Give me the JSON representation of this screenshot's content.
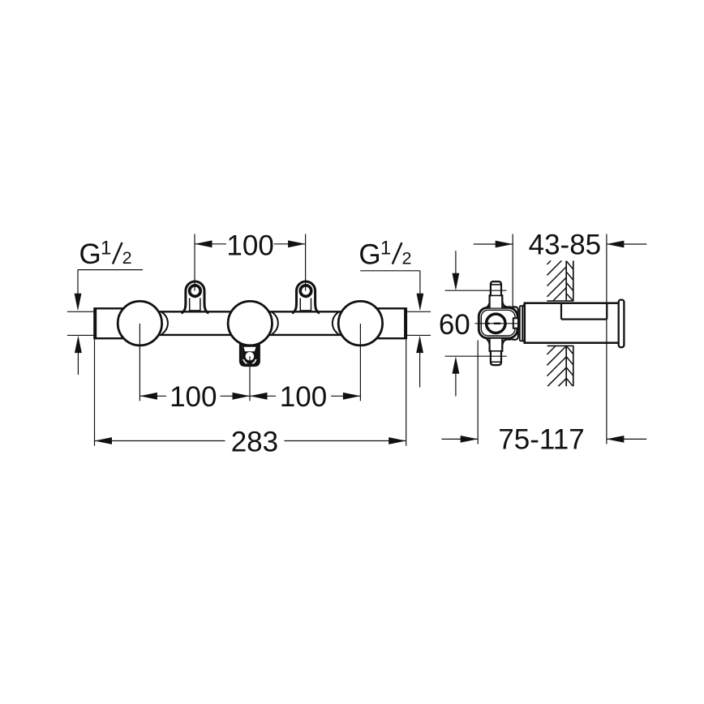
{
  "drawing": {
    "type": "technical-dimension-drawing",
    "subject": "concealed-valve-body-three-outlets",
    "colors": {
      "ink": "#111111",
      "background": "#ffffff"
    }
  },
  "dimensions": {
    "top_hole_spacing": "100",
    "bottom_left_spacing": "100",
    "bottom_right_spacing": "100",
    "overall_width": "283",
    "vertical_connection_spacing": "60",
    "installation_depth_range": "43-85",
    "total_depth_range": "75-117"
  },
  "threads": {
    "left": {
      "label": "G 1/2",
      "letter": "G",
      "numerator": "1",
      "denominator": "2"
    },
    "right": {
      "label": "G 1/2",
      "letter": "G",
      "numerator": "1",
      "denominator": "2"
    }
  }
}
